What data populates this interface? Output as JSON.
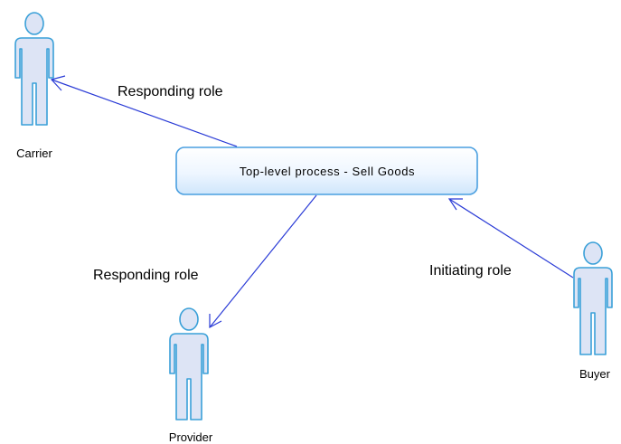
{
  "diagram": {
    "process": {
      "label": "Top-level process - Sell Goods"
    },
    "actors": [
      {
        "id": "carrier",
        "name": "Carrier"
      },
      {
        "id": "provider",
        "name": "Provider"
      },
      {
        "id": "buyer",
        "name": "Buyer"
      }
    ],
    "roles": [
      {
        "actor": "carrier",
        "label": "Responding role"
      },
      {
        "actor": "provider",
        "label": "Responding role"
      },
      {
        "actor": "buyer",
        "label": "Initiating role"
      }
    ]
  },
  "colors": {
    "actor_stroke": "#3aa0d8",
    "actor_fill": "#dde4f5",
    "association_line": "#2a3bd6",
    "process_fill": "#e4f2ff",
    "process_stroke": "#4a9fe0"
  }
}
